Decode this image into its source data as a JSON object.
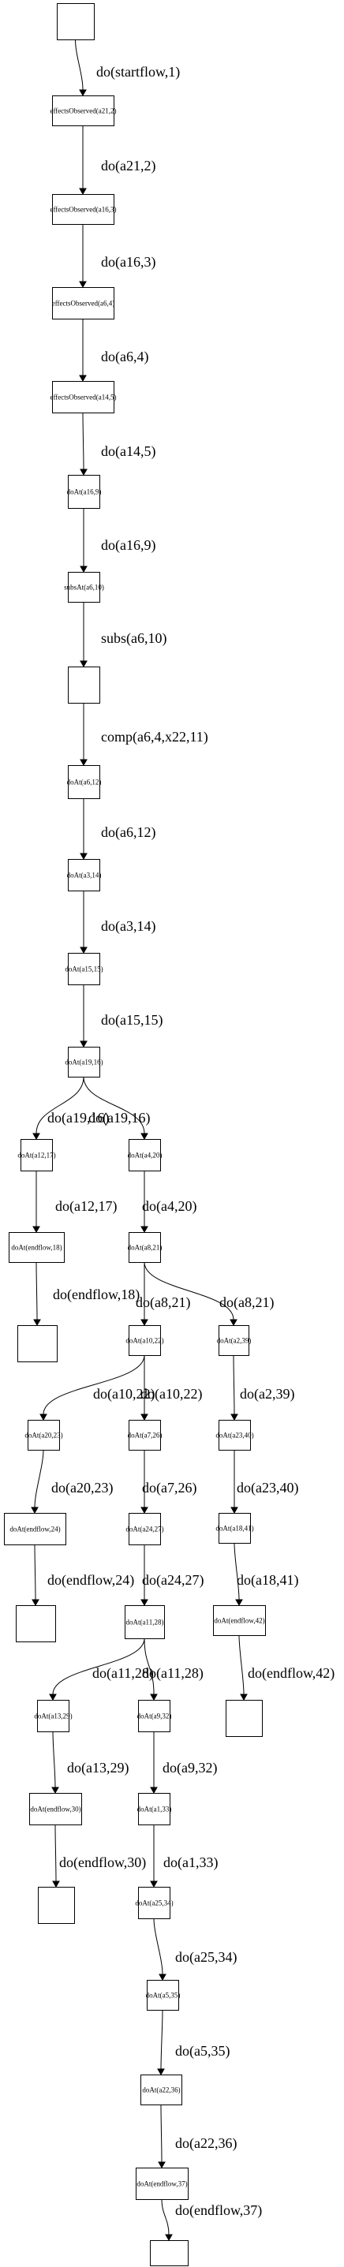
{
  "diagram": {
    "nodes": [
      {
        "id": "n0",
        "label": ""
      },
      {
        "id": "n1",
        "label": "effectsObserved(a21,2)"
      },
      {
        "id": "n2",
        "label": "effectsObserved(a16,3)"
      },
      {
        "id": "n3",
        "label": "effectsObserved(a6,4)"
      },
      {
        "id": "n4",
        "label": "effectsObserved(a14,5)"
      },
      {
        "id": "n5",
        "label": "doAt(a16,9)"
      },
      {
        "id": "n6",
        "label": "subsAt(a6,10)"
      },
      {
        "id": "n7",
        "label": ""
      },
      {
        "id": "n8",
        "label": "doAt(a6,12)"
      },
      {
        "id": "n9",
        "label": "doAt(a3,14)"
      },
      {
        "id": "n10",
        "label": "doAt(a15,15)"
      },
      {
        "id": "n11",
        "label": "doAt(a19,16)"
      },
      {
        "id": "n12",
        "label": "doAt(a12,17)"
      },
      {
        "id": "n13",
        "label": "doAt(a4,20)"
      },
      {
        "id": "n14",
        "label": "doAt(endflow,18)"
      },
      {
        "id": "n15",
        "label": "doAt(a8,21)"
      },
      {
        "id": "n16",
        "label": ""
      },
      {
        "id": "n17",
        "label": "doAt(a10,22)"
      },
      {
        "id": "n18",
        "label": "doAt(a2,39)"
      },
      {
        "id": "n19",
        "label": "doAt(a20,23)"
      },
      {
        "id": "n20",
        "label": "doAt(a7,26)"
      },
      {
        "id": "n21",
        "label": "doAt(a23,40)"
      },
      {
        "id": "n22",
        "label": "doAt(endflow,24)"
      },
      {
        "id": "n23",
        "label": "doAt(a24,27)"
      },
      {
        "id": "n24",
        "label": "doAt(a18,41)"
      },
      {
        "id": "n25",
        "label": ""
      },
      {
        "id": "n26",
        "label": "doAt(a11,28)"
      },
      {
        "id": "n27",
        "label": "doAt(endflow,42)"
      },
      {
        "id": "n28",
        "label": "doAt(a13,29)"
      },
      {
        "id": "n29",
        "label": "doAt(a9,32)"
      },
      {
        "id": "n30",
        "label": ""
      },
      {
        "id": "n31",
        "label": "doAt(endflow,30)"
      },
      {
        "id": "n32",
        "label": "doAt(a1,33)"
      },
      {
        "id": "n33",
        "label": ""
      },
      {
        "id": "n34",
        "label": "doAt(a25,34)"
      },
      {
        "id": "n35",
        "label": "doAt(a5,35)"
      },
      {
        "id": "n36",
        "label": "doAt(a22,36)"
      },
      {
        "id": "n37",
        "label": "doAt(endflow,37)"
      },
      {
        "id": "n38",
        "label": ""
      }
    ],
    "edges": [
      {
        "from": "n0",
        "to": "n1",
        "label": "do(startflow,1)"
      },
      {
        "from": "n1",
        "to": "n2",
        "label": "do(a21,2)"
      },
      {
        "from": "n2",
        "to": "n3",
        "label": "do(a16,3)"
      },
      {
        "from": "n3",
        "to": "n4",
        "label": "do(a6,4)"
      },
      {
        "from": "n4",
        "to": "n5",
        "label": "do(a14,5)"
      },
      {
        "from": "n5",
        "to": "n6",
        "label": "do(a16,9)"
      },
      {
        "from": "n6",
        "to": "n7",
        "label": "subs(a6,10)"
      },
      {
        "from": "n7",
        "to": "n8",
        "label": "comp(a6,4,x22,11)"
      },
      {
        "from": "n8",
        "to": "n9",
        "label": "do(a6,12)"
      },
      {
        "from": "n9",
        "to": "n10",
        "label": "do(a3,14)"
      },
      {
        "from": "n10",
        "to": "n11",
        "label": "do(a15,15)"
      },
      {
        "from": "n11",
        "to": "n12",
        "label": "do(a19,16)"
      },
      {
        "from": "n11",
        "to": "n13",
        "label": "do(a19,16)"
      },
      {
        "from": "n12",
        "to": "n14",
        "label": "do(a12,17)"
      },
      {
        "from": "n13",
        "to": "n15",
        "label": "do(a4,20)"
      },
      {
        "from": "n14",
        "to": "n16",
        "label": "do(endflow,18)"
      },
      {
        "from": "n15",
        "to": "n17",
        "label": "do(a8,21)"
      },
      {
        "from": "n15",
        "to": "n18",
        "label": "do(a8,21)"
      },
      {
        "from": "n17",
        "to": "n19",
        "label": "do(a10,22)"
      },
      {
        "from": "n17",
        "to": "n20",
        "label": "do(a10,22)"
      },
      {
        "from": "n18",
        "to": "n21",
        "label": "do(a2,39)"
      },
      {
        "from": "n19",
        "to": "n22",
        "label": "do(a20,23)"
      },
      {
        "from": "n20",
        "to": "n23",
        "label": "do(a7,26)"
      },
      {
        "from": "n21",
        "to": "n24",
        "label": "do(a23,40)"
      },
      {
        "from": "n22",
        "to": "n25",
        "label": "do(endflow,24)"
      },
      {
        "from": "n23",
        "to": "n26",
        "label": "do(a24,27)"
      },
      {
        "from": "n24",
        "to": "n27",
        "label": "do(a18,41)"
      },
      {
        "from": "n26",
        "to": "n28",
        "label": "do(a11,28)"
      },
      {
        "from": "n26",
        "to": "n29",
        "label": "do(a11,28)"
      },
      {
        "from": "n27",
        "to": "n30",
        "label": "do(endflow,42)"
      },
      {
        "from": "n28",
        "to": "n31",
        "label": "do(a13,29)"
      },
      {
        "from": "n29",
        "to": "n32",
        "label": "do(a9,32)"
      },
      {
        "from": "n31",
        "to": "n33",
        "label": "do(endflow,30)"
      },
      {
        "from": "n32",
        "to": "n34",
        "label": "do(a1,33)"
      },
      {
        "from": "n34",
        "to": "n35",
        "label": "do(a25,34)"
      },
      {
        "from": "n35",
        "to": "n36",
        "label": "do(a5,35)"
      },
      {
        "from": "n36",
        "to": "n37",
        "label": "do(a22,36)"
      },
      {
        "from": "n37",
        "to": "n38",
        "label": "do(endflow,37)"
      }
    ]
  }
}
